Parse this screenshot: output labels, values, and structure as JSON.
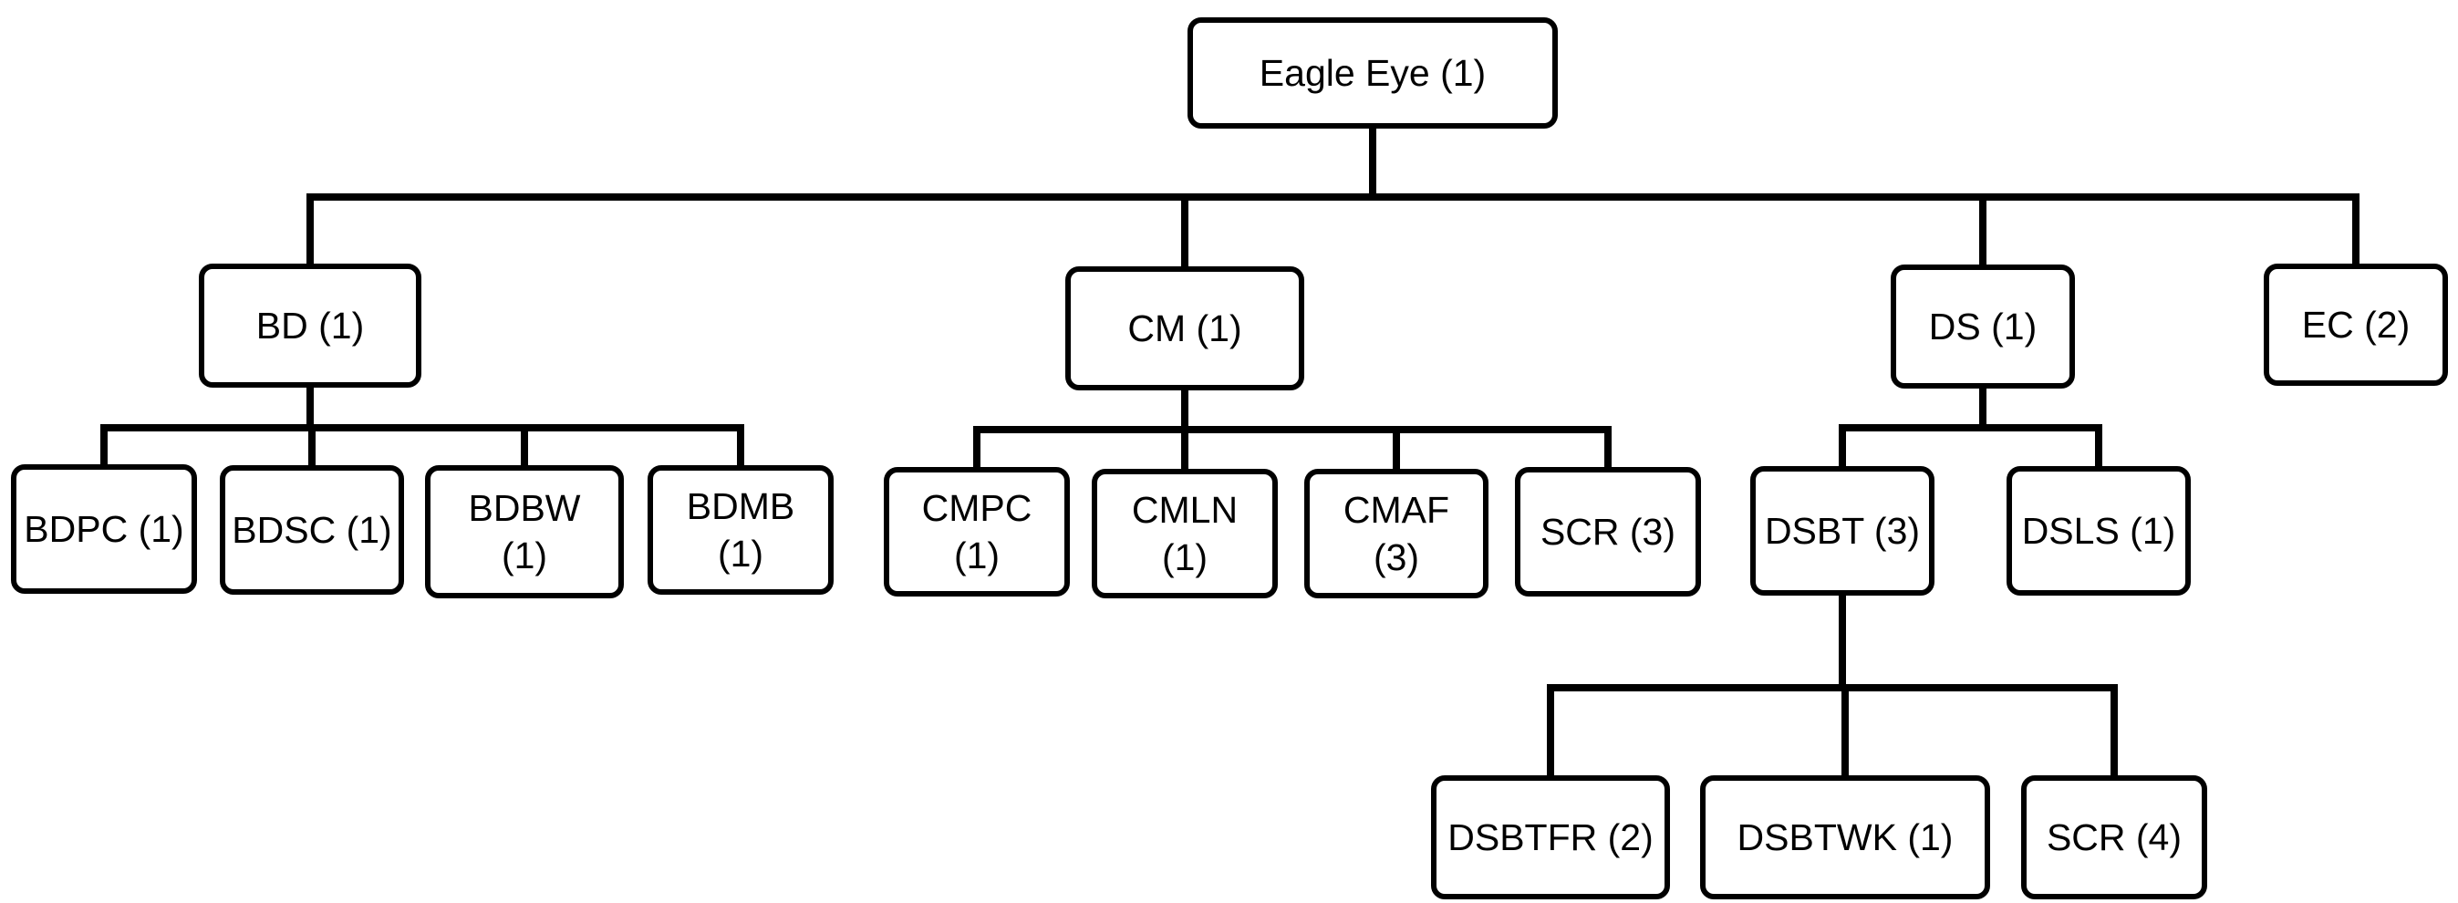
{
  "diagram": {
    "type": "hierarchy-tree",
    "line_color": "#000000",
    "box_fill": "#ffffff",
    "nodes": [
      {
        "id": "root",
        "lines": [
          "Eagle Eye (1)"
        ]
      },
      {
        "id": "bd",
        "lines": [
          "BD (1)"
        ]
      },
      {
        "id": "cm",
        "lines": [
          "CM (1)"
        ]
      },
      {
        "id": "ds",
        "lines": [
          "DS (1)"
        ]
      },
      {
        "id": "ec",
        "lines": [
          "EC (2)"
        ]
      },
      {
        "id": "bdpc",
        "lines": [
          "BDPC (1)"
        ]
      },
      {
        "id": "bdsc",
        "lines": [
          "BDSC (1)"
        ]
      },
      {
        "id": "bdbw",
        "lines": [
          "BDBW",
          "(1)"
        ]
      },
      {
        "id": "bdmb",
        "lines": [
          "BDMB",
          "(1)"
        ]
      },
      {
        "id": "cmpc",
        "lines": [
          "CMPC",
          "(1)"
        ]
      },
      {
        "id": "cmln",
        "lines": [
          "CMLN",
          "(1)"
        ]
      },
      {
        "id": "cmaf",
        "lines": [
          "CMAF",
          "(3)"
        ]
      },
      {
        "id": "scr3",
        "lines": [
          "SCR (3)"
        ]
      },
      {
        "id": "dsbt",
        "lines": [
          "DSBT (3)"
        ]
      },
      {
        "id": "dsls",
        "lines": [
          "DSLS (1)"
        ]
      },
      {
        "id": "dsbtfr",
        "lines": [
          "DSBTFR (2)"
        ]
      },
      {
        "id": "dsbtwk",
        "lines": [
          "DSBTWK (1)"
        ]
      },
      {
        "id": "scr4",
        "lines": [
          "SCR (4)"
        ]
      }
    ],
    "edges": [
      {
        "parent": "root",
        "children": [
          "bd",
          "cm",
          "ds",
          "ec"
        ]
      },
      {
        "parent": "bd",
        "children": [
          "bdpc",
          "bdsc",
          "bdbw",
          "bdmb"
        ]
      },
      {
        "parent": "cm",
        "children": [
          "cmpc",
          "cmln",
          "cmaf",
          "scr3"
        ]
      },
      {
        "parent": "ds",
        "children": [
          "dsbt",
          "dsls"
        ]
      },
      {
        "parent": "dsbt",
        "children": [
          "dsbtfr",
          "dsbtwk",
          "scr4"
        ]
      }
    ]
  }
}
